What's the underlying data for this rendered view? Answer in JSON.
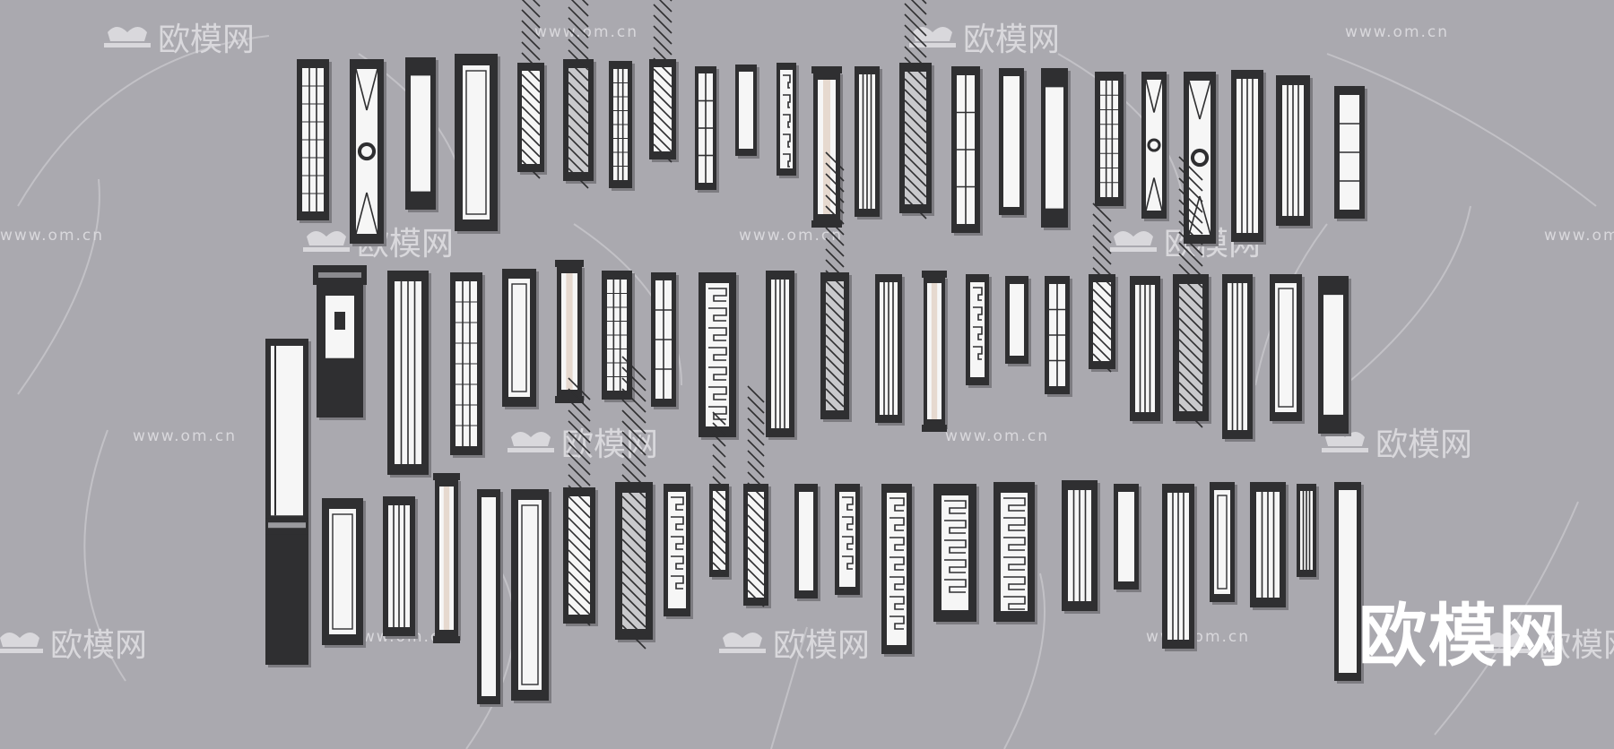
{
  "watermark": {
    "brand": "欧模网",
    "url": "www.om.cn"
  },
  "brand_large": "欧模网",
  "colors": {
    "background": "#aaa9af",
    "frame_dark": "#2f2f31",
    "frame_mid": "#5a5a5e",
    "panel_light": "#f6f6f6",
    "watermark": "#d9d8dc"
  },
  "rows": [
    {
      "name": "row-1",
      "lamps": [
        {
          "style": "lattice"
        },
        {
          "style": "medallion"
        },
        {
          "style": "capped"
        },
        {
          "style": "frame"
        },
        {
          "style": "diagonal"
        },
        {
          "style": "diagonal-dark"
        },
        {
          "style": "lattice"
        },
        {
          "style": "diagonal"
        },
        {
          "style": "crossbars"
        },
        {
          "style": "plain"
        },
        {
          "style": "fretwork"
        },
        {
          "style": "tube"
        },
        {
          "style": "stripes"
        },
        {
          "style": "diagonal-dark"
        },
        {
          "style": "crossbars"
        },
        {
          "style": "plain"
        },
        {
          "style": "capped"
        },
        {
          "style": "lattice"
        },
        {
          "style": "medallion"
        },
        {
          "style": "medallion"
        },
        {
          "style": "stripes"
        },
        {
          "style": "stripes"
        },
        {
          "style": "segments"
        }
      ]
    },
    {
      "name": "row-2",
      "lamps": [
        {
          "style": "lantern"
        },
        {
          "style": "stripes"
        },
        {
          "style": "lattice"
        },
        {
          "style": "frame"
        },
        {
          "style": "tube"
        },
        {
          "style": "lattice"
        },
        {
          "style": "crossbars"
        },
        {
          "style": "fretwork"
        },
        {
          "style": "stripes"
        },
        {
          "style": "diagonal-dark"
        },
        {
          "style": "stripes"
        },
        {
          "style": "tube"
        },
        {
          "style": "fretwork"
        },
        {
          "style": "plain"
        },
        {
          "style": "crossbars"
        },
        {
          "style": "diagonal"
        },
        {
          "style": "stripes"
        },
        {
          "style": "diagonal-dark"
        },
        {
          "style": "stripes"
        },
        {
          "style": "frame"
        },
        {
          "style": "capped"
        }
      ]
    },
    {
      "name": "row-3",
      "lamps": [
        {
          "style": "column"
        },
        {
          "style": "frame"
        },
        {
          "style": "stripes"
        },
        {
          "style": "tube"
        },
        {
          "style": "plain"
        },
        {
          "style": "frame"
        },
        {
          "style": "diagonal"
        },
        {
          "style": "diagonal-dark"
        },
        {
          "style": "fretwork"
        },
        {
          "style": "diagonal"
        },
        {
          "style": "diagonal"
        },
        {
          "style": "plain"
        },
        {
          "style": "fretwork"
        },
        {
          "style": "fretwork"
        },
        {
          "style": "fretwork"
        },
        {
          "style": "fretwork"
        },
        {
          "style": "stripes"
        },
        {
          "style": "plain"
        },
        {
          "style": "stripes"
        },
        {
          "style": "frame"
        },
        {
          "style": "stripes"
        },
        {
          "style": "stripes"
        },
        {
          "style": "plain"
        }
      ]
    }
  ]
}
